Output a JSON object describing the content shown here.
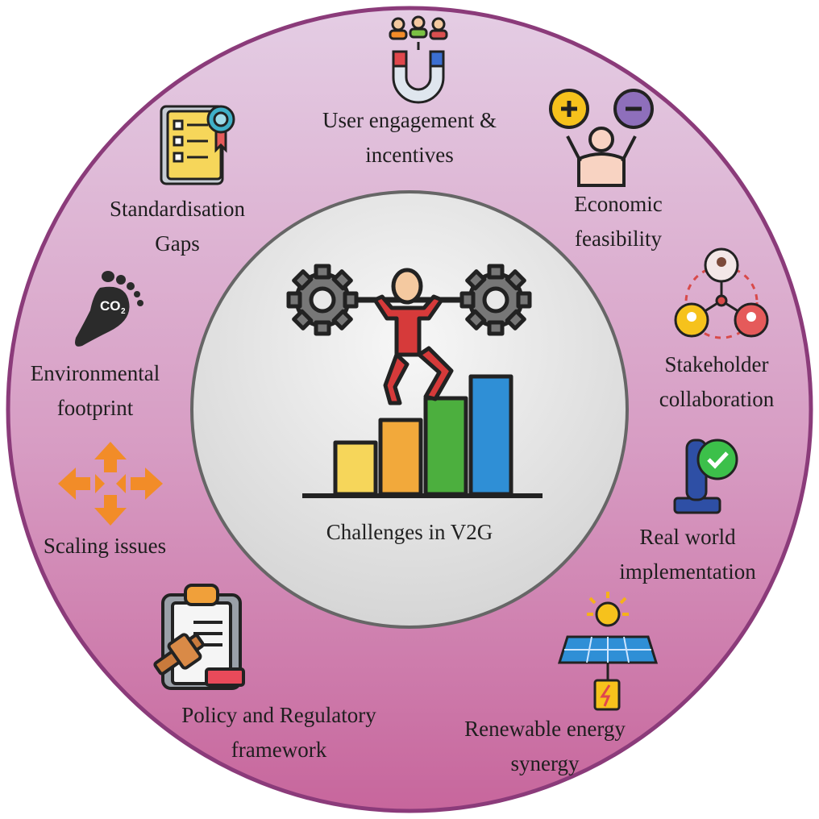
{
  "diagram": {
    "center": {
      "label": "Challenges in V2G",
      "icon": "weightlifter-with-gears-and-bar-chart-icon"
    },
    "items": [
      {
        "key": "user-engagement",
        "lines": [
          "User engagement &",
          "incentives"
        ],
        "icon": "magnet-attracting-people-icon"
      },
      {
        "key": "economic",
        "lines": [
          "Economic",
          "feasibility"
        ],
        "icon": "person-weighing-plus-minus-icon"
      },
      {
        "key": "stakeholder",
        "lines": [
          "Stakeholder",
          "collaboration"
        ],
        "icon": "connected-people-network-icon"
      },
      {
        "key": "real-world",
        "lines": [
          "Real world",
          "implementation"
        ],
        "icon": "joystick-checkmark-icon"
      },
      {
        "key": "renewable",
        "lines": [
          "Renewable energy",
          "synergy"
        ],
        "icon": "solar-panel-sun-battery-icon"
      },
      {
        "key": "policy",
        "lines": [
          "Policy and Regulatory",
          "framework"
        ],
        "icon": "gavel-clipboard-icon"
      },
      {
        "key": "scaling",
        "lines": [
          "Scaling issues"
        ],
        "icon": "arrows-converging-expanding-icon"
      },
      {
        "key": "environmental",
        "lines": [
          "Environmental",
          "footprint"
        ],
        "icon": "co2-footprint-icon"
      },
      {
        "key": "standardisation",
        "lines": [
          "Standardisation",
          "Gaps"
        ],
        "icon": "certificate-checklist-icon"
      }
    ]
  },
  "colors": {
    "ring_top": "#e2c8e2",
    "ring_bottom": "#c86a9e",
    "ring_border": "#8c3a7c",
    "center_fill": "#e4e4e4",
    "center_border": "#6f6f6f",
    "bar_colors": [
      "#f6d65a",
      "#f2a93b",
      "#4caf3e",
      "#2f8fd6"
    ],
    "figure_red": "#d63a3a"
  }
}
